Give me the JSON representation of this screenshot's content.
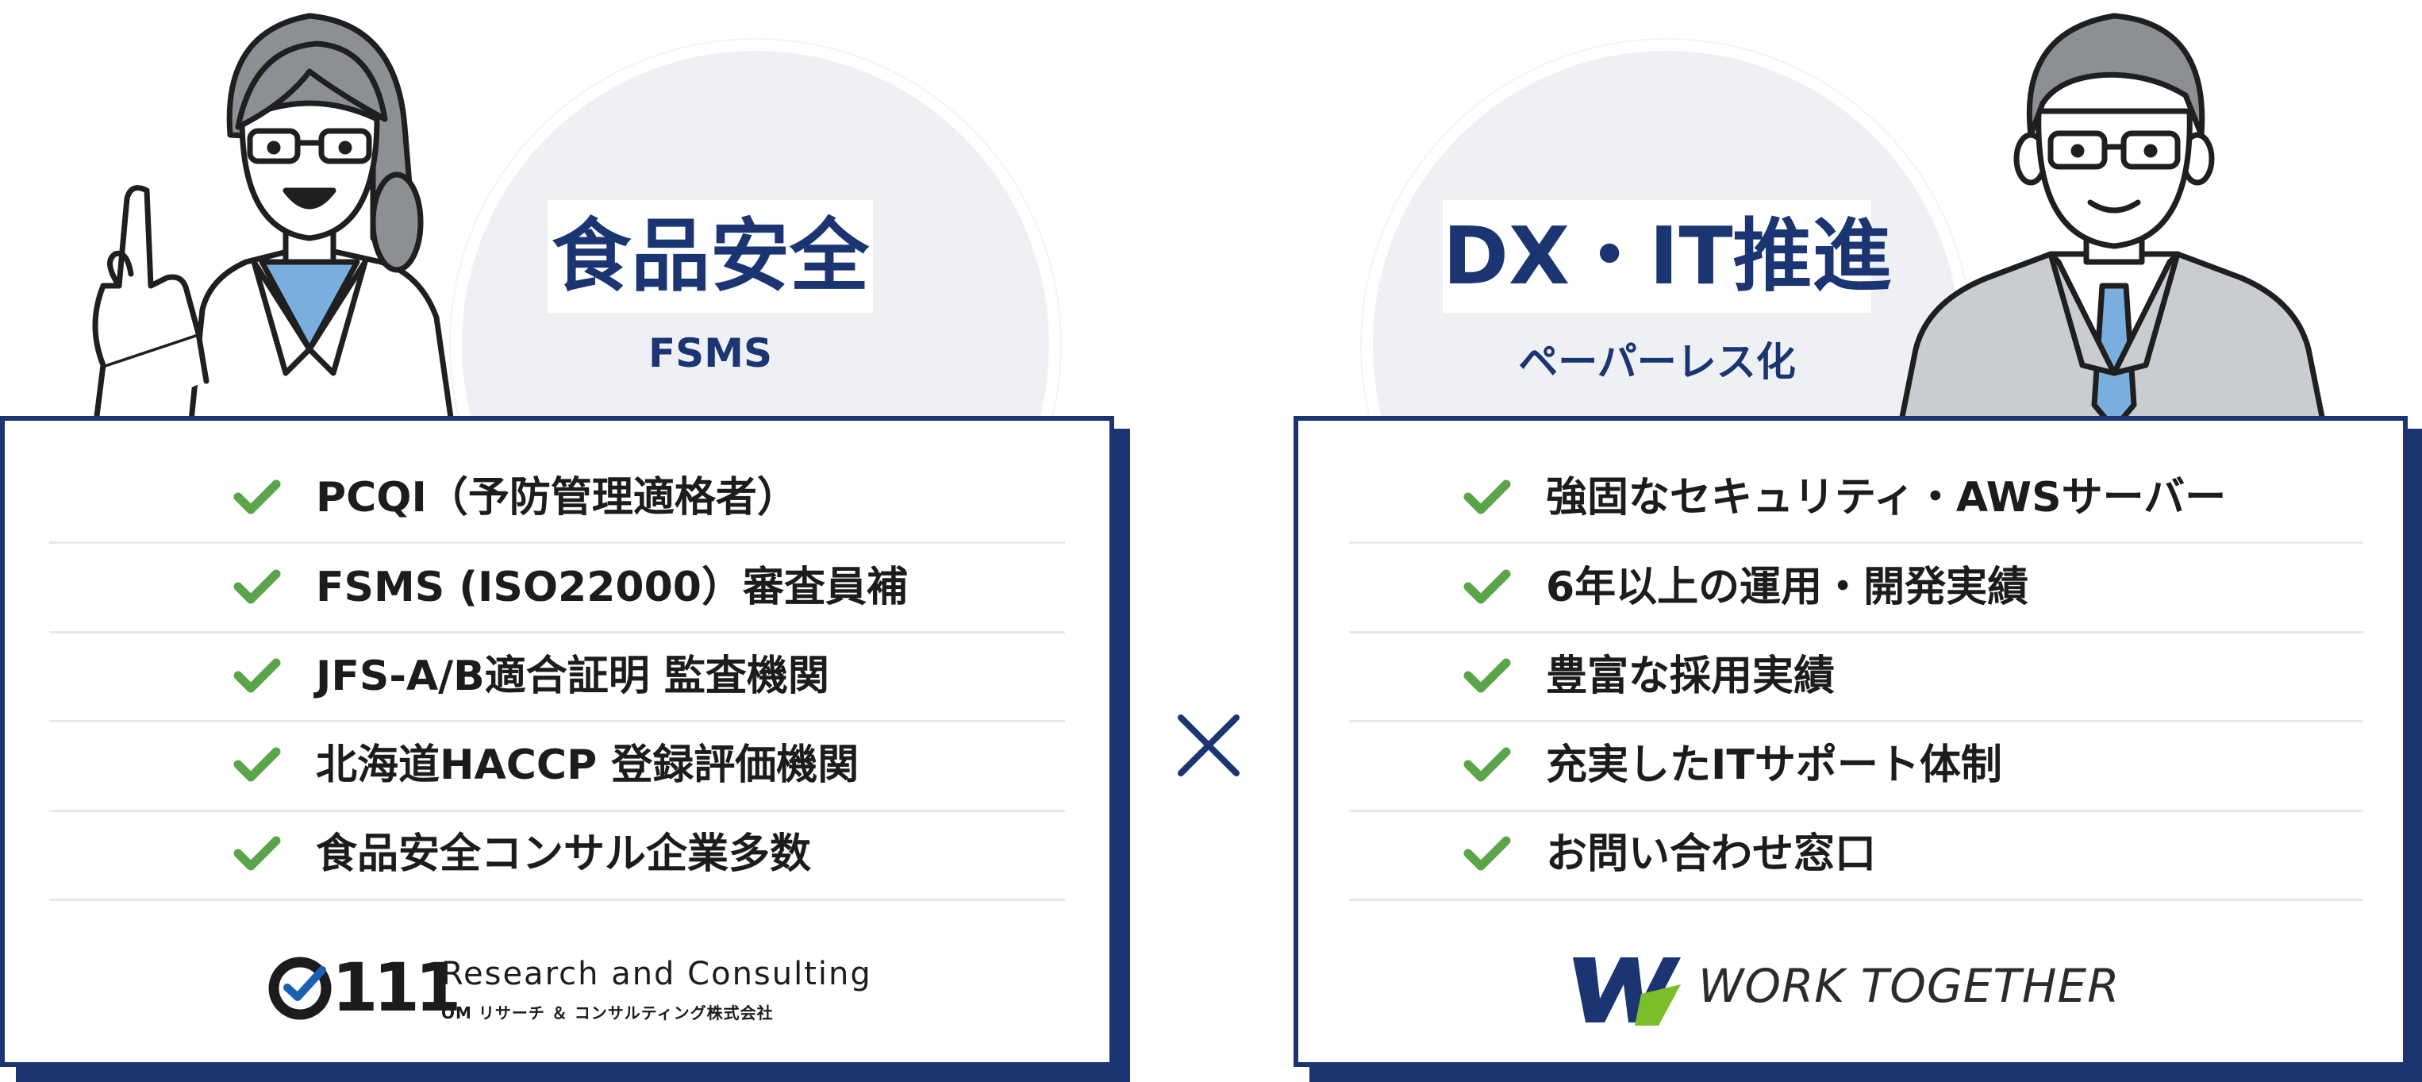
{
  "left": {
    "title": "食品安全",
    "subtitle": "FSMS",
    "items": [
      {
        "label": "PCQI（予防管理適格者）"
      },
      {
        "label": "FSMS (ISO22000）審査員補"
      },
      {
        "label": "JFS-A/B適合証明 監査機関"
      },
      {
        "label": "北海道HACCP 登録評価機関"
      },
      {
        "label": "食品安全コンサル企業多数"
      }
    ],
    "logo": {
      "mark": "111",
      "line1": "Research and Consulting",
      "line2": "OM リサーチ ＆ コンサルティング株式会社"
    }
  },
  "right": {
    "title": "DX・IT推進",
    "subtitle": "ペーパーレス化",
    "items": [
      {
        "label": "強固なセキュリティ・AWSサーバー"
      },
      {
        "label": "6年以上の運用・開発実績"
      },
      {
        "label": "豊富な採用実績"
      },
      {
        "label": "充実したITサポート体制"
      },
      {
        "label": "お問い合わせ窓口"
      }
    ],
    "logo": {
      "line1": "WORK TOGETHER"
    }
  },
  "colors": {
    "navy": "#1b3573",
    "check_green": "#5aa54a",
    "circle_bg": "#eef0f4",
    "tie_blue": "#7aaede",
    "logo_green": "#7cbd2a"
  },
  "icons": {
    "check": "check-icon",
    "times": "multiply-icon"
  }
}
